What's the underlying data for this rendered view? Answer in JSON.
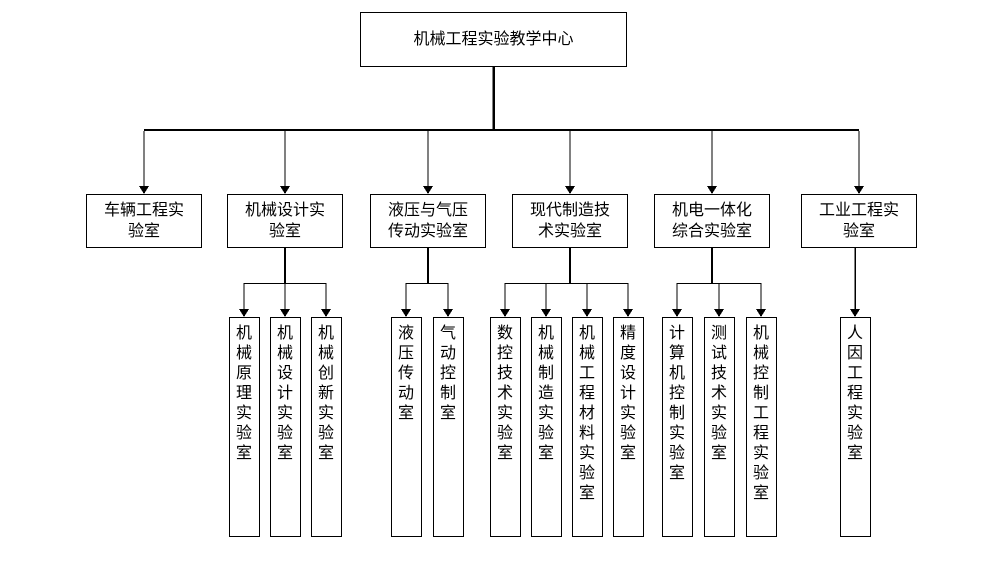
{
  "chart": {
    "background": "#ffffff",
    "line_color": "#000000",
    "root": {
      "label": "机械工程实验教学中心"
    },
    "branches": [
      {
        "label": "车辆工程实\n验室",
        "children": []
      },
      {
        "label": "机械设计实\n验室",
        "children": [
          {
            "label": "机械原理实验室"
          },
          {
            "label": "机械设计实验室"
          },
          {
            "label": "机械创新实验室"
          }
        ]
      },
      {
        "label": "液压与气压\n传动实验室",
        "children": [
          {
            "label": "液压传动室"
          },
          {
            "label": "气动控制室"
          }
        ]
      },
      {
        "label": "现代制造技\n术实验室",
        "children": [
          {
            "label": "数控技术实验室"
          },
          {
            "label": "机械制造实验室"
          },
          {
            "label": "机械工程材料实验室"
          },
          {
            "label": "精度设计实验室"
          }
        ]
      },
      {
        "label": "机电一体化\n综合实验室",
        "children": [
          {
            "label": "计算机控制实验室"
          },
          {
            "label": "测试技术实验室"
          },
          {
            "label": "机械控制工程实验室"
          }
        ]
      },
      {
        "label": "工业工程实\n验室",
        "children": [
          {
            "label": "人因工程实验室"
          }
        ]
      }
    ]
  }
}
